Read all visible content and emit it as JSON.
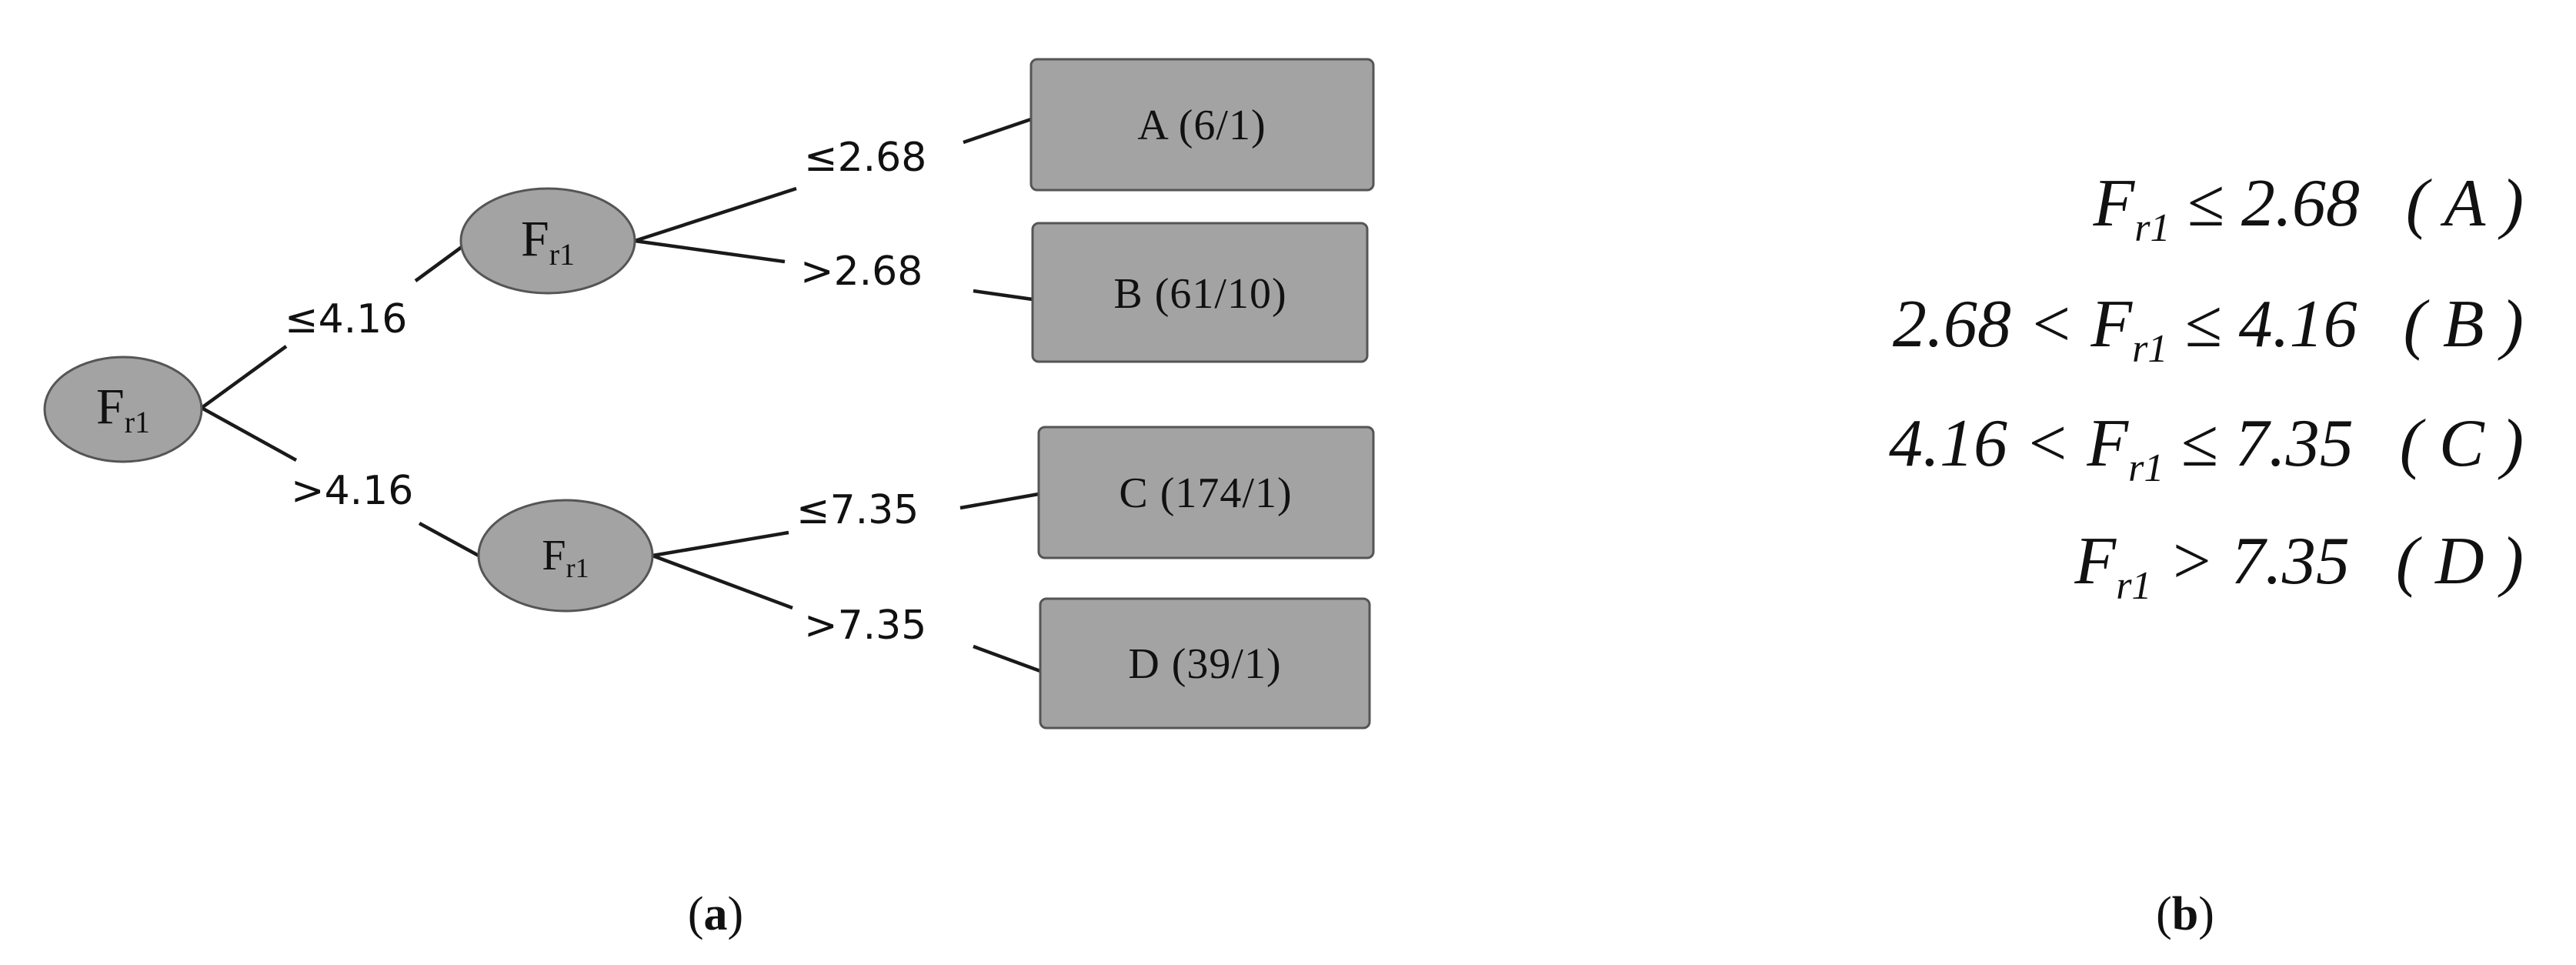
{
  "tree": {
    "variable": "F",
    "variable_sub": "r1",
    "nodes": [
      {
        "id": "root",
        "label": "F",
        "sub": "r1"
      },
      {
        "id": "upper",
        "label": "F",
        "sub": "r1"
      },
      {
        "id": "lower",
        "label": "F",
        "sub": "r1"
      }
    ],
    "edges": [
      {
        "id": "root-upper",
        "label": "≤4.16"
      },
      {
        "id": "root-lower",
        "label": ">4.16"
      },
      {
        "id": "upper-a",
        "label": "≤2.68"
      },
      {
        "id": "upper-b",
        "label": ">2.68"
      },
      {
        "id": "lower-c",
        "label": "≤7.35"
      },
      {
        "id": "lower-d",
        "label": ">7.35"
      }
    ],
    "leaves": [
      {
        "id": "A",
        "label": "A (6/1)"
      },
      {
        "id": "B",
        "label": "B (61/10)"
      },
      {
        "id": "C",
        "label": "C (174/1)"
      },
      {
        "id": "D",
        "label": "D (39/1)"
      }
    ],
    "colors": {
      "node_fill": "#a3a3a3",
      "node_stroke": "#555555",
      "edge": "#1a1a1a"
    }
  },
  "rules": [
    {
      "pre": "",
      "var": "F",
      "sub": "r1",
      "post": " ≤ 2.68",
      "class": "( A )"
    },
    {
      "pre": "2.68 < ",
      "var": "F",
      "sub": "r1",
      "post": " ≤ 4.16",
      "class": "( B )"
    },
    {
      "pre": "4.16 < ",
      "var": "F",
      "sub": "r1",
      "post": " ≤ 7.35",
      "class": "( C )"
    },
    {
      "pre": "",
      "var": "F",
      "sub": "r1",
      "post": " > 7.35",
      "class": "( D )"
    }
  ],
  "panels": {
    "a": {
      "open": "(",
      "letter": "a",
      "close": ")"
    },
    "b": {
      "open": "(",
      "letter": "b",
      "close": ")"
    }
  }
}
